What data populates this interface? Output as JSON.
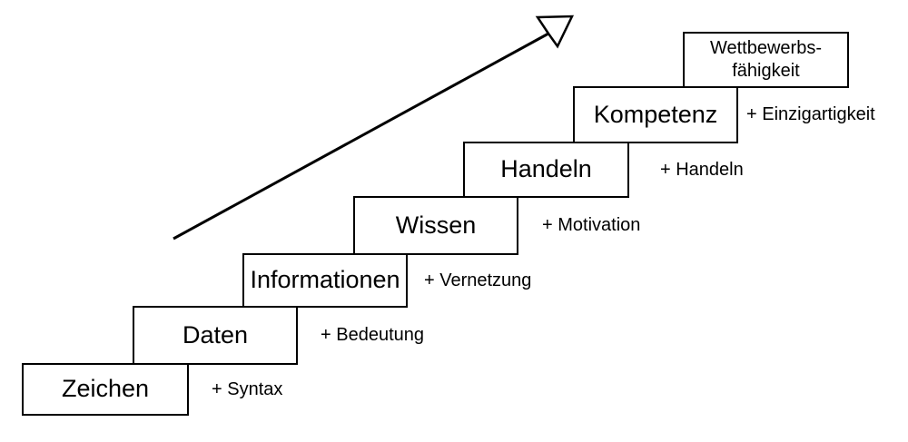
{
  "diagram": {
    "kind": "staircase-diagram",
    "colors": {
      "background": "#ffffff",
      "line": "#000000",
      "box_fill": "#ffffff",
      "text": "#000000"
    },
    "arrow": {
      "icon": "ascending-arrow-icon",
      "direction": "up-right",
      "head_style": "open"
    },
    "steps": [
      {
        "label": "Zeichen",
        "annotation": "+ Syntax"
      },
      {
        "label": "Daten",
        "annotation": "+ Bedeutung"
      },
      {
        "label": "Informationen",
        "annotation": "+ Vernetzung"
      },
      {
        "label": "Wissen",
        "annotation": "+ Motivation"
      },
      {
        "label": "Handeln",
        "annotation": "+ Handeln"
      },
      {
        "label": "Kompetenz",
        "annotation": "+ Einzigartigkeit"
      },
      {
        "label": "Wettbewerbs-\nfähigkeit",
        "annotation": ""
      }
    ]
  }
}
